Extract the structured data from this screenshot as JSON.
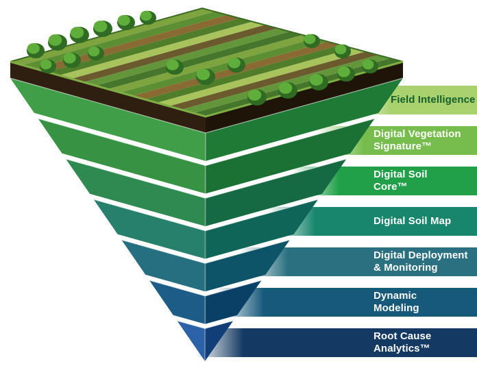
{
  "diagram_title": "Inverted pyramid of digital agronomy layers above matching legend bars",
  "bars": [
    {
      "label_lines": [
        "Field Intelligence"
      ],
      "color": "#a9d16e",
      "text_color": "#14602c"
    },
    {
      "label_lines": [
        "Digital Vegetation",
        "Signature™"
      ],
      "color": "#76bd4e",
      "text_color": "#ffffff"
    },
    {
      "label_lines": [
        "Digital Soil",
        "Core™"
      ],
      "color": "#21a049",
      "text_color": "#ffffff"
    },
    {
      "label_lines": [
        "Digital Soil Map"
      ],
      "color": "#17866d",
      "text_color": "#ffffff"
    },
    {
      "label_lines": [
        "Digital Deployment",
        "& Monitoring"
      ],
      "color": "#2a7080",
      "text_color": "#ffffff"
    },
    {
      "label_lines": [
        "Dynamic",
        "Modeling"
      ],
      "color": "#16597a",
      "text_color": "#ffffff"
    },
    {
      "label_lines": [
        "Root Cause",
        "Analytics™"
      ],
      "color": "#143a63",
      "text_color": "#ffffff"
    }
  ],
  "pyramid": {
    "layers": [
      {
        "left": "#3f9e47",
        "right": "#1f7a35"
      },
      {
        "left": "#379244",
        "right": "#1b7034"
      },
      {
        "left": "#2e8a50",
        "right": "#156a44"
      },
      {
        "left": "#27806b",
        "right": "#0f6557"
      },
      {
        "left": "#266f80",
        "right": "#0e5468"
      },
      {
        "left": "#1d5c86",
        "right": "#0a4066"
      },
      {
        "left": "#2b62a8",
        "right": "#123e78"
      }
    ],
    "rim_highlight": "rgba(255,255,255,0.55)",
    "ridge_highlight": "rgba(255,255,255,0.28)"
  },
  "field": {
    "soil_left": "#2e1f10",
    "soil_right": "#1f1408",
    "grass_edge": "#7fae45",
    "tree_dark": "#2f6b22",
    "tree_light": "#5fae3b",
    "back_edge": "#3c6b22",
    "stripe_colors": [
      "#7da43f",
      "#5c8f33",
      "#8a6a33",
      "#4f7d2a",
      "#a8c25c",
      "#6b5a2e",
      "#63953a",
      "#46762b"
    ]
  }
}
